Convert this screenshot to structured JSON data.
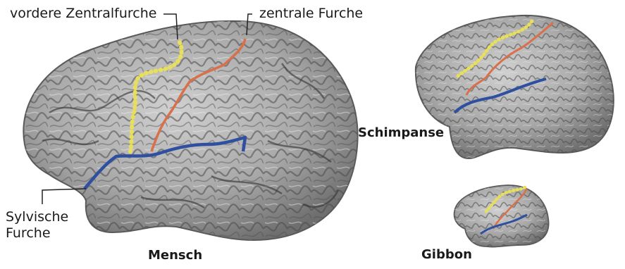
{
  "labels": {
    "vordere_zentralfurche": "vordere Zentralfurche",
    "zentrale_furche": "zentrale Furche",
    "sylvische_line1": "Sylvische",
    "sylvische_line2": "Furche",
    "mensch": "Mensch",
    "schimpanse": "Schimpanse",
    "gibbon": "Gibbon"
  },
  "colors": {
    "vordere_zentralfurche": "#e8e05a",
    "zentrale_furche": "#d9704a",
    "sylvische_furche": "#2f4fa0",
    "brain_base": "#9a9a9a",
    "gyri_highlight": "#d4d4d4",
    "sulci_shadow": "#3a3a3a"
  }
}
